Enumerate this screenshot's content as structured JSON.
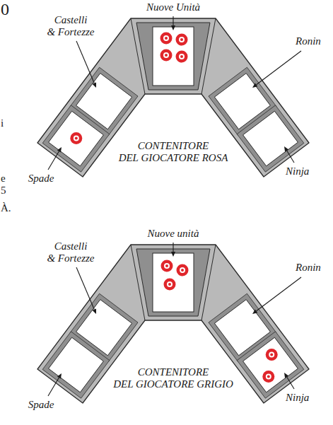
{
  "diagram": {
    "nodes": [
      {
        "text": [
          "CONTENITORE DEL GIOCATORE ROSA"
        ]
      },
      {
        "text": [
          "CONTENITORE DEL GIOCATORE GRIGIO"
        ]
      }
    ],
    "labels": [
      "0",
      "Nuove Unità",
      "Castelli & Fortezze",
      "Ronin",
      "i",
      "Spade",
      "Ninja",
      "e",
      "5",
      "Nuove unità",
      "À.",
      "Castelli & Fortezze",
      "Ronin",
      "Ninja",
      "Spade"
    ]
  }
}
